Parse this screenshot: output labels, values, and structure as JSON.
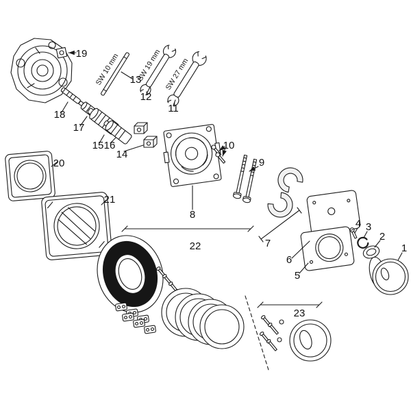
{
  "diagram": {
    "type": "exploded-parts-diagram",
    "background": "#ffffff",
    "line_color": "#1a1a1a",
    "dark_fill": "#161616",
    "parts": {
      "p1": "1",
      "p2": "2",
      "p3": "3",
      "p4": "4",
      "p5": "5",
      "p6": "6",
      "p7": "7",
      "p8": "8",
      "p9": "9",
      "p10": "10",
      "p11": "11",
      "p12": "12",
      "p13": "13",
      "p14": "14",
      "p15": "15",
      "p16": "16",
      "p17": "17",
      "p18": "18",
      "p19": "19",
      "p20": "20",
      "p21": "21",
      "p22": "22",
      "p23": "23"
    },
    "tools": {
      "sw10": "SW 10 mm",
      "sw19": "SW 19 mm",
      "sw27": "SW 27 mm"
    }
  }
}
